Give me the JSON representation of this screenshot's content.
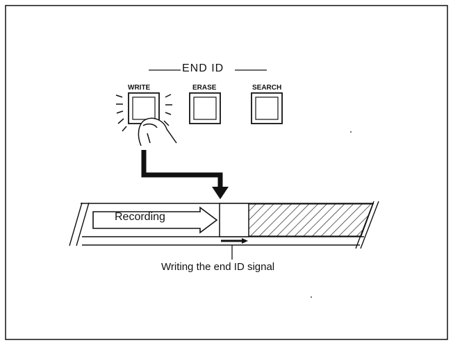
{
  "diagram": {
    "group_title": "END ID",
    "buttons": [
      {
        "label": "WRITE"
      },
      {
        "label": "ERASE"
      },
      {
        "label": "SEARCH"
      }
    ],
    "tape_label": "Recording",
    "caption": "Writing the end ID signal"
  }
}
